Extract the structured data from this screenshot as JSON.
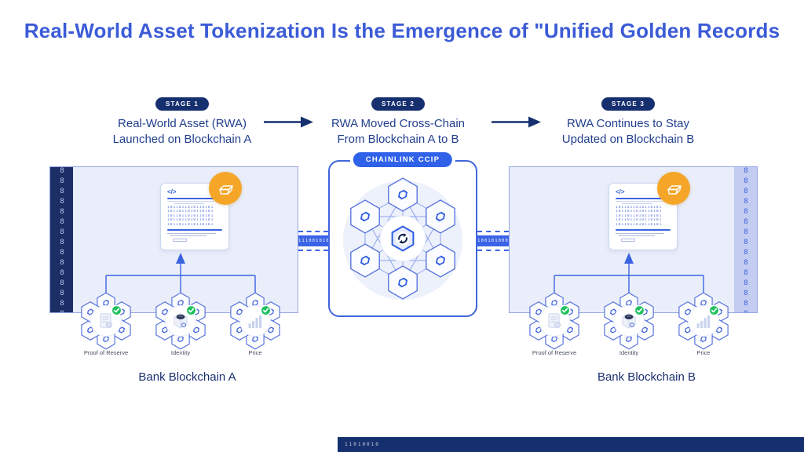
{
  "title": "Real-World Asset Tokenization Is the Emergence of \"Unified Golden Records",
  "stages": [
    {
      "badge": "STAGE 1",
      "line1": "Real-World Asset (RWA)",
      "line2": "Launched on Blockchain A"
    },
    {
      "badge": "STAGE 2",
      "line1": "RWA Moved Cross-Chain",
      "line2": "From Blockchain A to B"
    },
    {
      "badge": "STAGE 3",
      "line1": "RWA Continues to Stay",
      "line2": "Updated on Blockchain B"
    }
  ],
  "ccip": {
    "badge_label": "CHAINLINK CCIP"
  },
  "panels": [
    {
      "caption": "Bank Blockchain A",
      "oracles": [
        "Proof of Reserve",
        "Identity",
        "Price"
      ]
    },
    {
      "caption": "Bank Blockchain B",
      "oracles": [
        "Proof of Reserve",
        "Identity",
        "Price"
      ]
    }
  ],
  "doc_card": {
    "code_glyph": "</>",
    "binary_row": "1011011010110101"
  },
  "decor": {
    "left_strip_glyphs": "8888888888888888",
    "right_strip_glyphs": "8888888888888888",
    "left_band_binary": "111001010",
    "right_band_binary": "100101000",
    "footer_binary": "11010010"
  },
  "colors": {
    "brand_blue": "#3B5BD7",
    "navy": "#16306F",
    "accent_blue": "#2F62E8",
    "panel_bg": "#EAEEFA",
    "orange": "#F5A628",
    "green": "#1EC15D"
  }
}
